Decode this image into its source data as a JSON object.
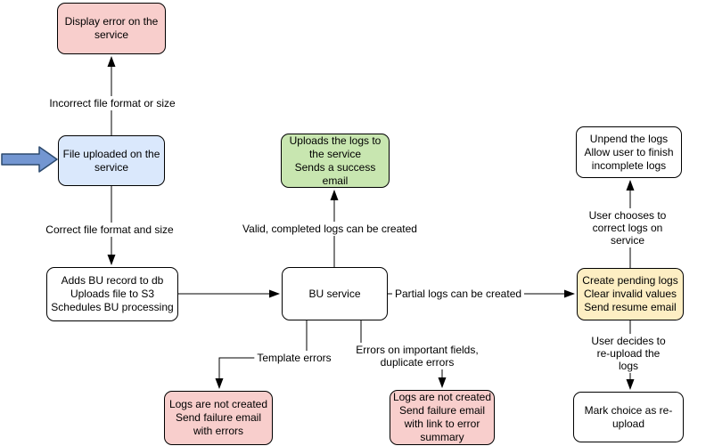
{
  "diagram": {
    "type": "flowchart",
    "colors": {
      "pink_fill": "#f8cecc",
      "blue_fill": "#dae8fc",
      "green_fill": "#c8e6b0",
      "yellow_fill": "#fdeec3",
      "white_fill": "#ffffff",
      "node_border": "#000000",
      "entry_arrow_fill": "#7396d1",
      "entry_arrow_border": "#2c4a6e"
    },
    "nodes": {
      "display_error": {
        "label": "Display error on the\nservice",
        "color": "pink"
      },
      "file_uploaded": {
        "label": "File uploaded on the\nservice",
        "color": "blue"
      },
      "adds_bu_record": {
        "label": "Adds BU record to db\nUploads file to S3\nSchedules BU processing",
        "color": "white"
      },
      "bu_service": {
        "label": "BU service",
        "color": "white"
      },
      "uploads_logs": {
        "label": "Uploads the logs to\nthe service\nSends a success\nemail",
        "color": "green"
      },
      "unpend_logs": {
        "label": "Unpend the logs\nAllow user to finish\nincomplete logs",
        "color": "white"
      },
      "create_pending": {
        "label": "Create pending logs\nClear invalid values\nSend resume email",
        "color": "yellow"
      },
      "mark_choice": {
        "label": "Mark choice as re-\nupload",
        "color": "white"
      },
      "logs_not_created_errors": {
        "label": "Logs are not created\nSend failure email\nwith errors",
        "color": "pink"
      },
      "logs_not_created_summary": {
        "label": "Logs are not created\nSend failure email\nwith link to error\nsummary",
        "color": "pink"
      }
    },
    "edges": {
      "incorrect": {
        "from": "file_uploaded",
        "to": "display_error",
        "label": "Incorrect file format or size"
      },
      "correct": {
        "from": "file_uploaded",
        "to": "adds_bu_record",
        "label": "Correct file format and size"
      },
      "schedule": {
        "from": "adds_bu_record",
        "to": "bu_service",
        "label": ""
      },
      "valid": {
        "from": "bu_service",
        "to": "uploads_logs",
        "label": "Valid, completed logs can be created"
      },
      "partial": {
        "from": "bu_service",
        "to": "create_pending",
        "label": "Partial logs can be created"
      },
      "template": {
        "from": "bu_service",
        "to": "logs_not_created_errors",
        "label": "Template errors"
      },
      "important": {
        "from": "bu_service",
        "to": "logs_not_created_summary",
        "label": "Errors on important fields,\nduplicate errors"
      },
      "user_chooses": {
        "from": "create_pending",
        "to": "unpend_logs",
        "label": "User chooses to correct logs on service"
      },
      "user_decides": {
        "from": "create_pending",
        "to": "mark_choice",
        "label": "User decides to re-upload the logs"
      }
    }
  }
}
